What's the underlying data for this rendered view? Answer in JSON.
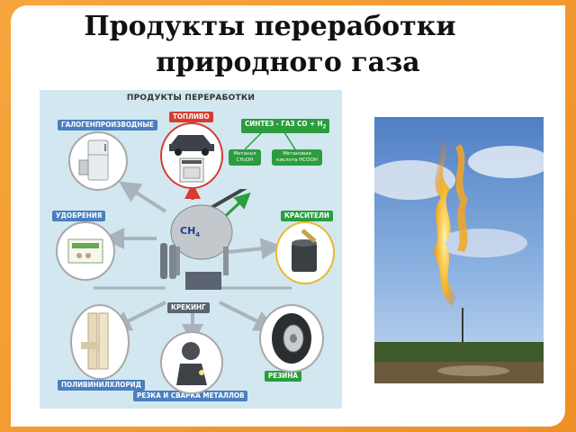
{
  "slide": {
    "title_line1": "Продукты переработки",
    "title_line2": "природного газа"
  },
  "diagram": {
    "heading": "ПРОДУКТЫ ПЕРЕРАБОТКИ",
    "center_formula": "CH",
    "center_subscript": "4",
    "labels": {
      "halogen": "ГАЛОГЕНПРОИЗВОДНЫЕ",
      "fuel": "ТОПЛИВО",
      "syngas": "СИНТЕЗ - ГАЗ  CO + H",
      "syngas_sub": "2",
      "fertilizers": "УДОБРЕНИЯ",
      "dyes": "КРАСИТЕЛИ",
      "cracking": "КРЕКИНГ",
      "pvc": "ПОЛИВИНИЛХЛОРИД",
      "rubber": "РЕЗИНА",
      "welding": "РЕЗКА И СВАРКА МЕТАЛЛОВ"
    },
    "syngas_products": {
      "methanol_line1": "Метанол",
      "methanol_line2": "CH₃OH",
      "acid_line1": "Метановая",
      "acid_line2": "кислота HCOOH"
    }
  },
  "colors": {
    "frame": "#f29a2e",
    "diagram_bg": "#d2e7f0",
    "tag_blue": "#4a7fc0",
    "tag_red": "#d83b2e",
    "tag_green": "#2a9d3d",
    "arrow_gray": "#a9b3bc"
  }
}
